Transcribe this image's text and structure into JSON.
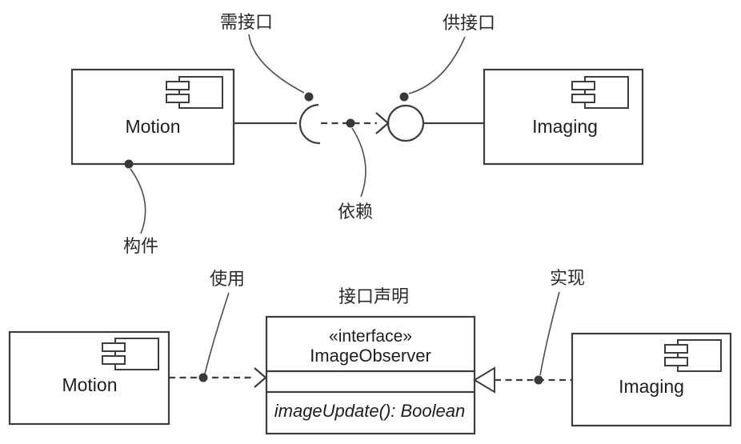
{
  "colors": {
    "background": "#ffffff",
    "shape_stroke": "#3d3d3d",
    "leader_stroke": "#4d4d4d",
    "text": "#1e1e1e",
    "dot_fill": "#383838"
  },
  "top_diagram": {
    "motion": {
      "label": "Motion"
    },
    "imaging": {
      "label": "Imaging"
    },
    "annotations": {
      "required_interface": "需接口",
      "provided_interface": "供接口",
      "dependency": "依赖",
      "component": "构件"
    }
  },
  "bottom_diagram": {
    "motion": {
      "label": "Motion"
    },
    "imaging": {
      "label": "Imaging"
    },
    "interface_class": {
      "stereotype": "«interface»",
      "name": "ImageObserver",
      "operation": "imageUpdate(): Boolean"
    },
    "annotations": {
      "usage": "使用",
      "interface_declaration": "接口声明",
      "realization": "实现"
    }
  }
}
